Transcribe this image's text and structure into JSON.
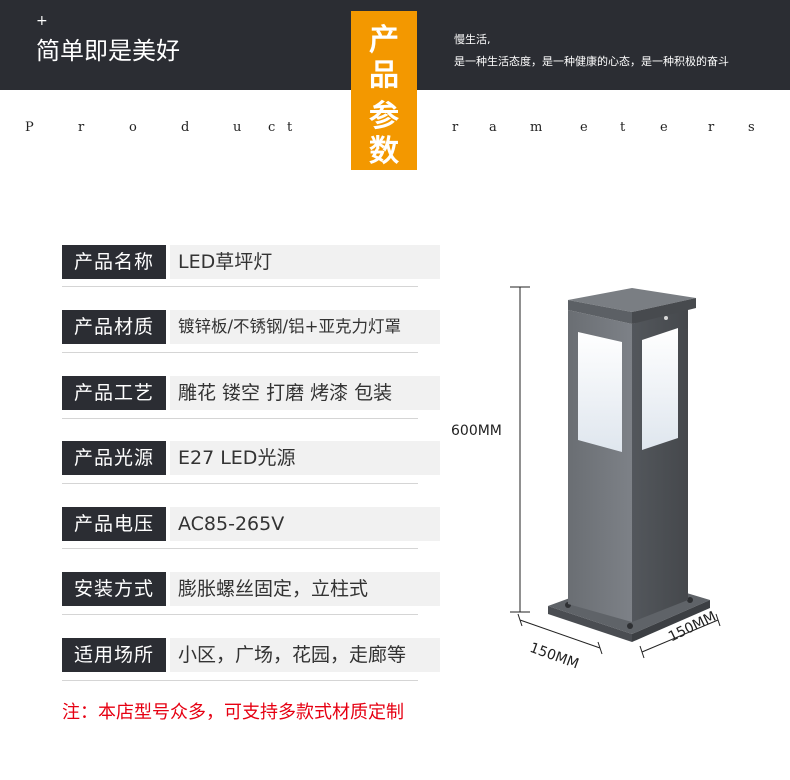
{
  "header": {
    "plus": "+",
    "slogan": "简单即是美好",
    "tagline_1": "慢生活,",
    "tagline_2": "是一种生活态度，是一种健康的心态，是一种积极的奋斗"
  },
  "section_title": [
    "产",
    "品",
    "参",
    "数"
  ],
  "section_subtitle_letters": [
    "P",
    "r",
    "o",
    "d",
    "u",
    "c",
    "t",
    "r",
    "a",
    "m",
    "e",
    "t",
    "e",
    "r",
    "s"
  ],
  "params": [
    {
      "label": "产品名称",
      "value": "LED草坪灯"
    },
    {
      "label": "产品材质",
      "value": "镀锌板/不锈钢/铝+亚克力灯罩"
    },
    {
      "label": "产品工艺",
      "value": "雕花 镂空 打磨 烤漆 包装"
    },
    {
      "label": "产品光源",
      "value": "E27 LED光源"
    },
    {
      "label": "产品电压",
      "value": "AC85-265V"
    },
    {
      "label": "安装方式",
      "value": "膨胀螺丝固定，立柱式"
    },
    {
      "label": "适用场所",
      "value": "小区，广场，花园，走廊等"
    }
  ],
  "note": "注：本店型号众多，可支持多款式材质定制",
  "dimensions": {
    "height": "600MM",
    "width_a": "150MM",
    "width_b": "150MM"
  },
  "colors": {
    "header_bg": "#2b2d33",
    "accent": "#f39800",
    "note": "#e60012"
  }
}
